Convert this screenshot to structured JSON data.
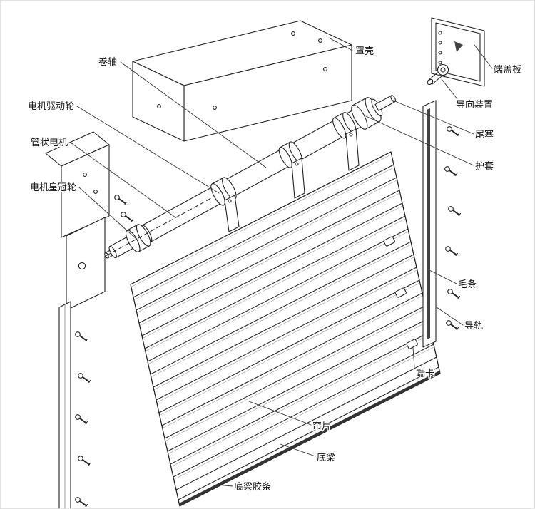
{
  "colors": {
    "line": "#222222",
    "background": "#ffffff",
    "brush_strip": "#454545",
    "rubber_strip": "#333333"
  },
  "diagram": {
    "labels": {
      "roller_shaft": "卷轴",
      "housing": "罩壳",
      "end_cover_plate": "端盖板",
      "guide_device": "导向装置",
      "tail_plug": "尾塞",
      "protective_sleeve": "护套",
      "motor_drive_wheel": "电机驱动轮",
      "tubular_motor": "管状电机",
      "motor_crown_wheel": "电机皇冠轮",
      "brush_strip": "毛条",
      "guide_rail": "导轨",
      "end_clip": "端卡",
      "curtain_slat": "帘片",
      "bottom_beam": "底梁",
      "bottom_beam_rubber_strip": "底梁胶条"
    }
  }
}
